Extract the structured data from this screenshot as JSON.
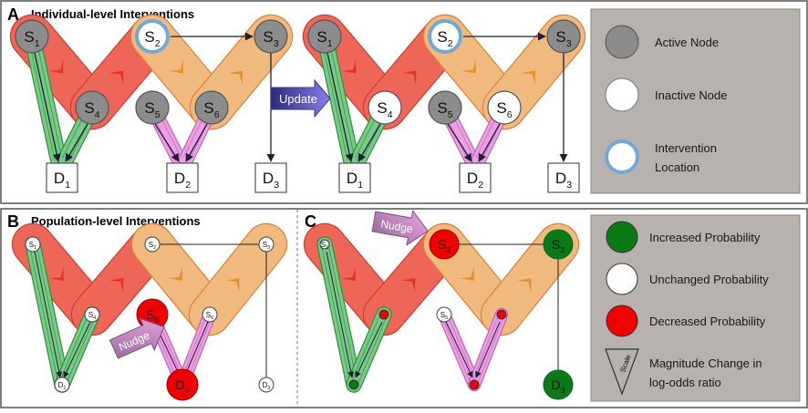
{
  "panel_a": {
    "letter": "A",
    "title": "Individual-level Interventions",
    "update_label": "Update",
    "nodes": {
      "s1": {
        "letter": "S",
        "sub": "1"
      },
      "s2": {
        "letter": "S",
        "sub": "2"
      },
      "s3": {
        "letter": "S",
        "sub": "3"
      },
      "s4": {
        "letter": "S",
        "sub": "4"
      },
      "s5": {
        "letter": "S",
        "sub": "5"
      },
      "s6": {
        "letter": "S",
        "sub": "6"
      },
      "d1": {
        "letter": "D",
        "sub": "1"
      },
      "d2": {
        "letter": "D",
        "sub": "2"
      },
      "d3": {
        "letter": "D",
        "sub": "3"
      }
    },
    "legend": {
      "active": "Active Node",
      "inactive": "Inactive Node",
      "intervention_line1": "Intervention",
      "intervention_line2": "Location"
    }
  },
  "panel_b": {
    "letter": "B",
    "title": "Population-level Interventions",
    "nudge_label": "Nudge"
  },
  "panel_c": {
    "letter": "C",
    "nudge_label": "Nudge"
  },
  "legend_bottom": {
    "increased": "Increased Probability",
    "unchanged": "Unchanged Probability",
    "decreased": "Decreased Probability",
    "scale_word": "Scale",
    "magnitude_line1": "Magnitude Change in",
    "magnitude_line2": "log-odds ratio"
  },
  "colors": {
    "red_band": "#f06a5c",
    "orange_band": "#f2be84",
    "green_band": "#7fd08e",
    "pink_band": "#efa6e6",
    "active_node": "#8c8c8c",
    "intervention_ring": "#6fa9d6",
    "increased": "#0a7a14",
    "decreased": "#f00000",
    "legend_bg": "#b7b2ae",
    "arrow": "#222244"
  }
}
